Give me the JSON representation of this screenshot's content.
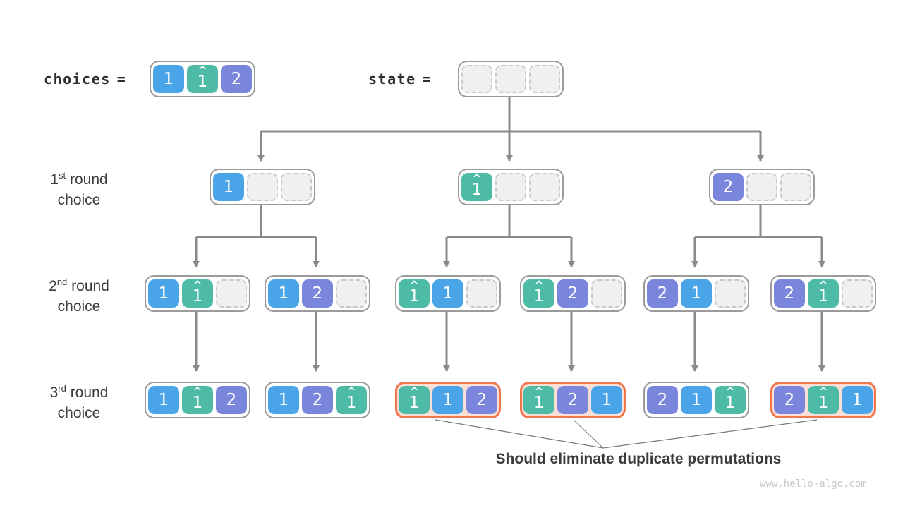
{
  "colors": {
    "blue": "#4AA4E8",
    "teal": "#4EBBA6",
    "purple": "#7A85DC",
    "orange": "#F0774D",
    "orange_bg": "#FBDFD6",
    "line": "#8A8A8A",
    "leader": "#7A7A7A",
    "node_border": "#9B9B9B",
    "empty_bg": "#F0F0F1",
    "empty_border": "#C9C9C9",
    "text": "#3B3B3B",
    "mono_text": "#2E2E2E",
    "watermark": "#C8C8C8"
  },
  "header": {
    "choices_label": "choices",
    "state_label": "state",
    "equals": "="
  },
  "row_labels": [
    {
      "num": "1",
      "sup": "st",
      "word": "round",
      "line2": "choice"
    },
    {
      "num": "2",
      "sup": "nd",
      "word": "round",
      "line2": "choice"
    },
    {
      "num": "3",
      "sup": "rd",
      "word": "round",
      "line2": "choice"
    }
  ],
  "caption": "Should eliminate duplicate permutations",
  "watermark": "www.hello-algo.com",
  "tree": {
    "choices": {
      "cells": [
        {
          "v": "1",
          "hat": "",
          "color": "blue"
        },
        {
          "v": "1",
          "hat": "^",
          "color": "teal"
        },
        {
          "v": "2",
          "hat": "",
          "color": "purple"
        }
      ]
    },
    "state": {
      "cells": [
        {
          "v": "",
          "hat": "",
          "color": "empty"
        },
        {
          "v": "",
          "hat": "",
          "color": "empty"
        },
        {
          "v": "",
          "hat": "",
          "color": "empty"
        }
      ]
    },
    "round1": [
      {
        "highlight": false,
        "cells": [
          {
            "v": "1",
            "hat": "",
            "color": "blue"
          },
          {
            "v": "",
            "hat": "",
            "color": "empty"
          },
          {
            "v": "",
            "hat": "",
            "color": "empty"
          }
        ]
      },
      {
        "highlight": false,
        "cells": [
          {
            "v": "1",
            "hat": "^",
            "color": "teal"
          },
          {
            "v": "",
            "hat": "",
            "color": "empty"
          },
          {
            "v": "",
            "hat": "",
            "color": "empty"
          }
        ]
      },
      {
        "highlight": false,
        "cells": [
          {
            "v": "2",
            "hat": "",
            "color": "purple"
          },
          {
            "v": "",
            "hat": "",
            "color": "empty"
          },
          {
            "v": "",
            "hat": "",
            "color": "empty"
          }
        ]
      }
    ],
    "round2": [
      {
        "highlight": false,
        "cells": [
          {
            "v": "1",
            "hat": "",
            "color": "blue"
          },
          {
            "v": "1",
            "hat": "^",
            "color": "teal"
          },
          {
            "v": "",
            "hat": "",
            "color": "empty"
          }
        ]
      },
      {
        "highlight": false,
        "cells": [
          {
            "v": "1",
            "hat": "",
            "color": "blue"
          },
          {
            "v": "2",
            "hat": "",
            "color": "purple"
          },
          {
            "v": "",
            "hat": "",
            "color": "empty"
          }
        ]
      },
      {
        "highlight": false,
        "cells": [
          {
            "v": "1",
            "hat": "^",
            "color": "teal"
          },
          {
            "v": "1",
            "hat": "",
            "color": "blue"
          },
          {
            "v": "",
            "hat": "",
            "color": "empty"
          }
        ]
      },
      {
        "highlight": false,
        "cells": [
          {
            "v": "1",
            "hat": "^",
            "color": "teal"
          },
          {
            "v": "2",
            "hat": "",
            "color": "purple"
          },
          {
            "v": "",
            "hat": "",
            "color": "empty"
          }
        ]
      },
      {
        "highlight": false,
        "cells": [
          {
            "v": "2",
            "hat": "",
            "color": "purple"
          },
          {
            "v": "1",
            "hat": "",
            "color": "blue"
          },
          {
            "v": "",
            "hat": "",
            "color": "empty"
          }
        ]
      },
      {
        "highlight": false,
        "cells": [
          {
            "v": "2",
            "hat": "",
            "color": "purple"
          },
          {
            "v": "1",
            "hat": "^",
            "color": "teal"
          },
          {
            "v": "",
            "hat": "",
            "color": "empty"
          }
        ]
      }
    ],
    "round3": [
      {
        "highlight": false,
        "cells": [
          {
            "v": "1",
            "hat": "",
            "color": "blue"
          },
          {
            "v": "1",
            "hat": "^",
            "color": "teal"
          },
          {
            "v": "2",
            "hat": "",
            "color": "purple"
          }
        ]
      },
      {
        "highlight": false,
        "cells": [
          {
            "v": "1",
            "hat": "",
            "color": "blue"
          },
          {
            "v": "2",
            "hat": "",
            "color": "purple"
          },
          {
            "v": "1",
            "hat": "^",
            "color": "teal"
          }
        ]
      },
      {
        "highlight": true,
        "cells": [
          {
            "v": "1",
            "hat": "^",
            "color": "teal"
          },
          {
            "v": "1",
            "hat": "",
            "color": "blue"
          },
          {
            "v": "2",
            "hat": "",
            "color": "purple"
          }
        ]
      },
      {
        "highlight": true,
        "cells": [
          {
            "v": "1",
            "hat": "^",
            "color": "teal"
          },
          {
            "v": "2",
            "hat": "",
            "color": "purple"
          },
          {
            "v": "1",
            "hat": "",
            "color": "blue"
          }
        ]
      },
      {
        "highlight": false,
        "cells": [
          {
            "v": "2",
            "hat": "",
            "color": "purple"
          },
          {
            "v": "1",
            "hat": "",
            "color": "blue"
          },
          {
            "v": "1",
            "hat": "^",
            "color": "teal"
          }
        ]
      },
      {
        "highlight": true,
        "cells": [
          {
            "v": "2",
            "hat": "",
            "color": "purple"
          },
          {
            "v": "1",
            "hat": "^",
            "color": "teal"
          },
          {
            "v": "1",
            "hat": "",
            "color": "blue"
          }
        ]
      }
    ]
  }
}
